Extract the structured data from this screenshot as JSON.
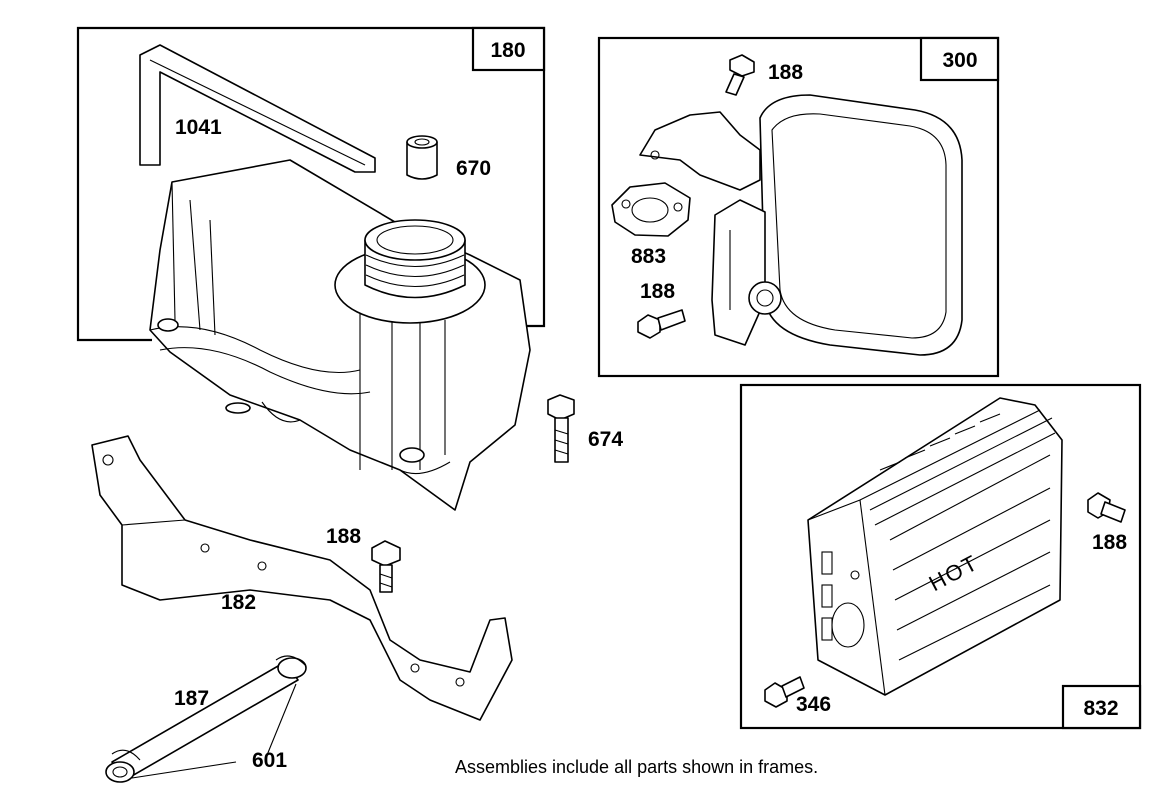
{
  "frames": [
    {
      "id": "180",
      "label": "180"
    },
    {
      "id": "300",
      "label": "300"
    },
    {
      "id": "832",
      "label": "832"
    }
  ],
  "parts": {
    "p1041": "1041",
    "p670": "670",
    "p188_top": "188",
    "p883": "883",
    "p188_muffler": "188",
    "p674": "674",
    "p188_bracket": "188",
    "p182": "182",
    "p187": "187",
    "p601": "601",
    "p188_guard": "188",
    "p346": "346"
  },
  "guard_text": "HOT",
  "footer_note": "Assemblies include all parts shown in frames."
}
